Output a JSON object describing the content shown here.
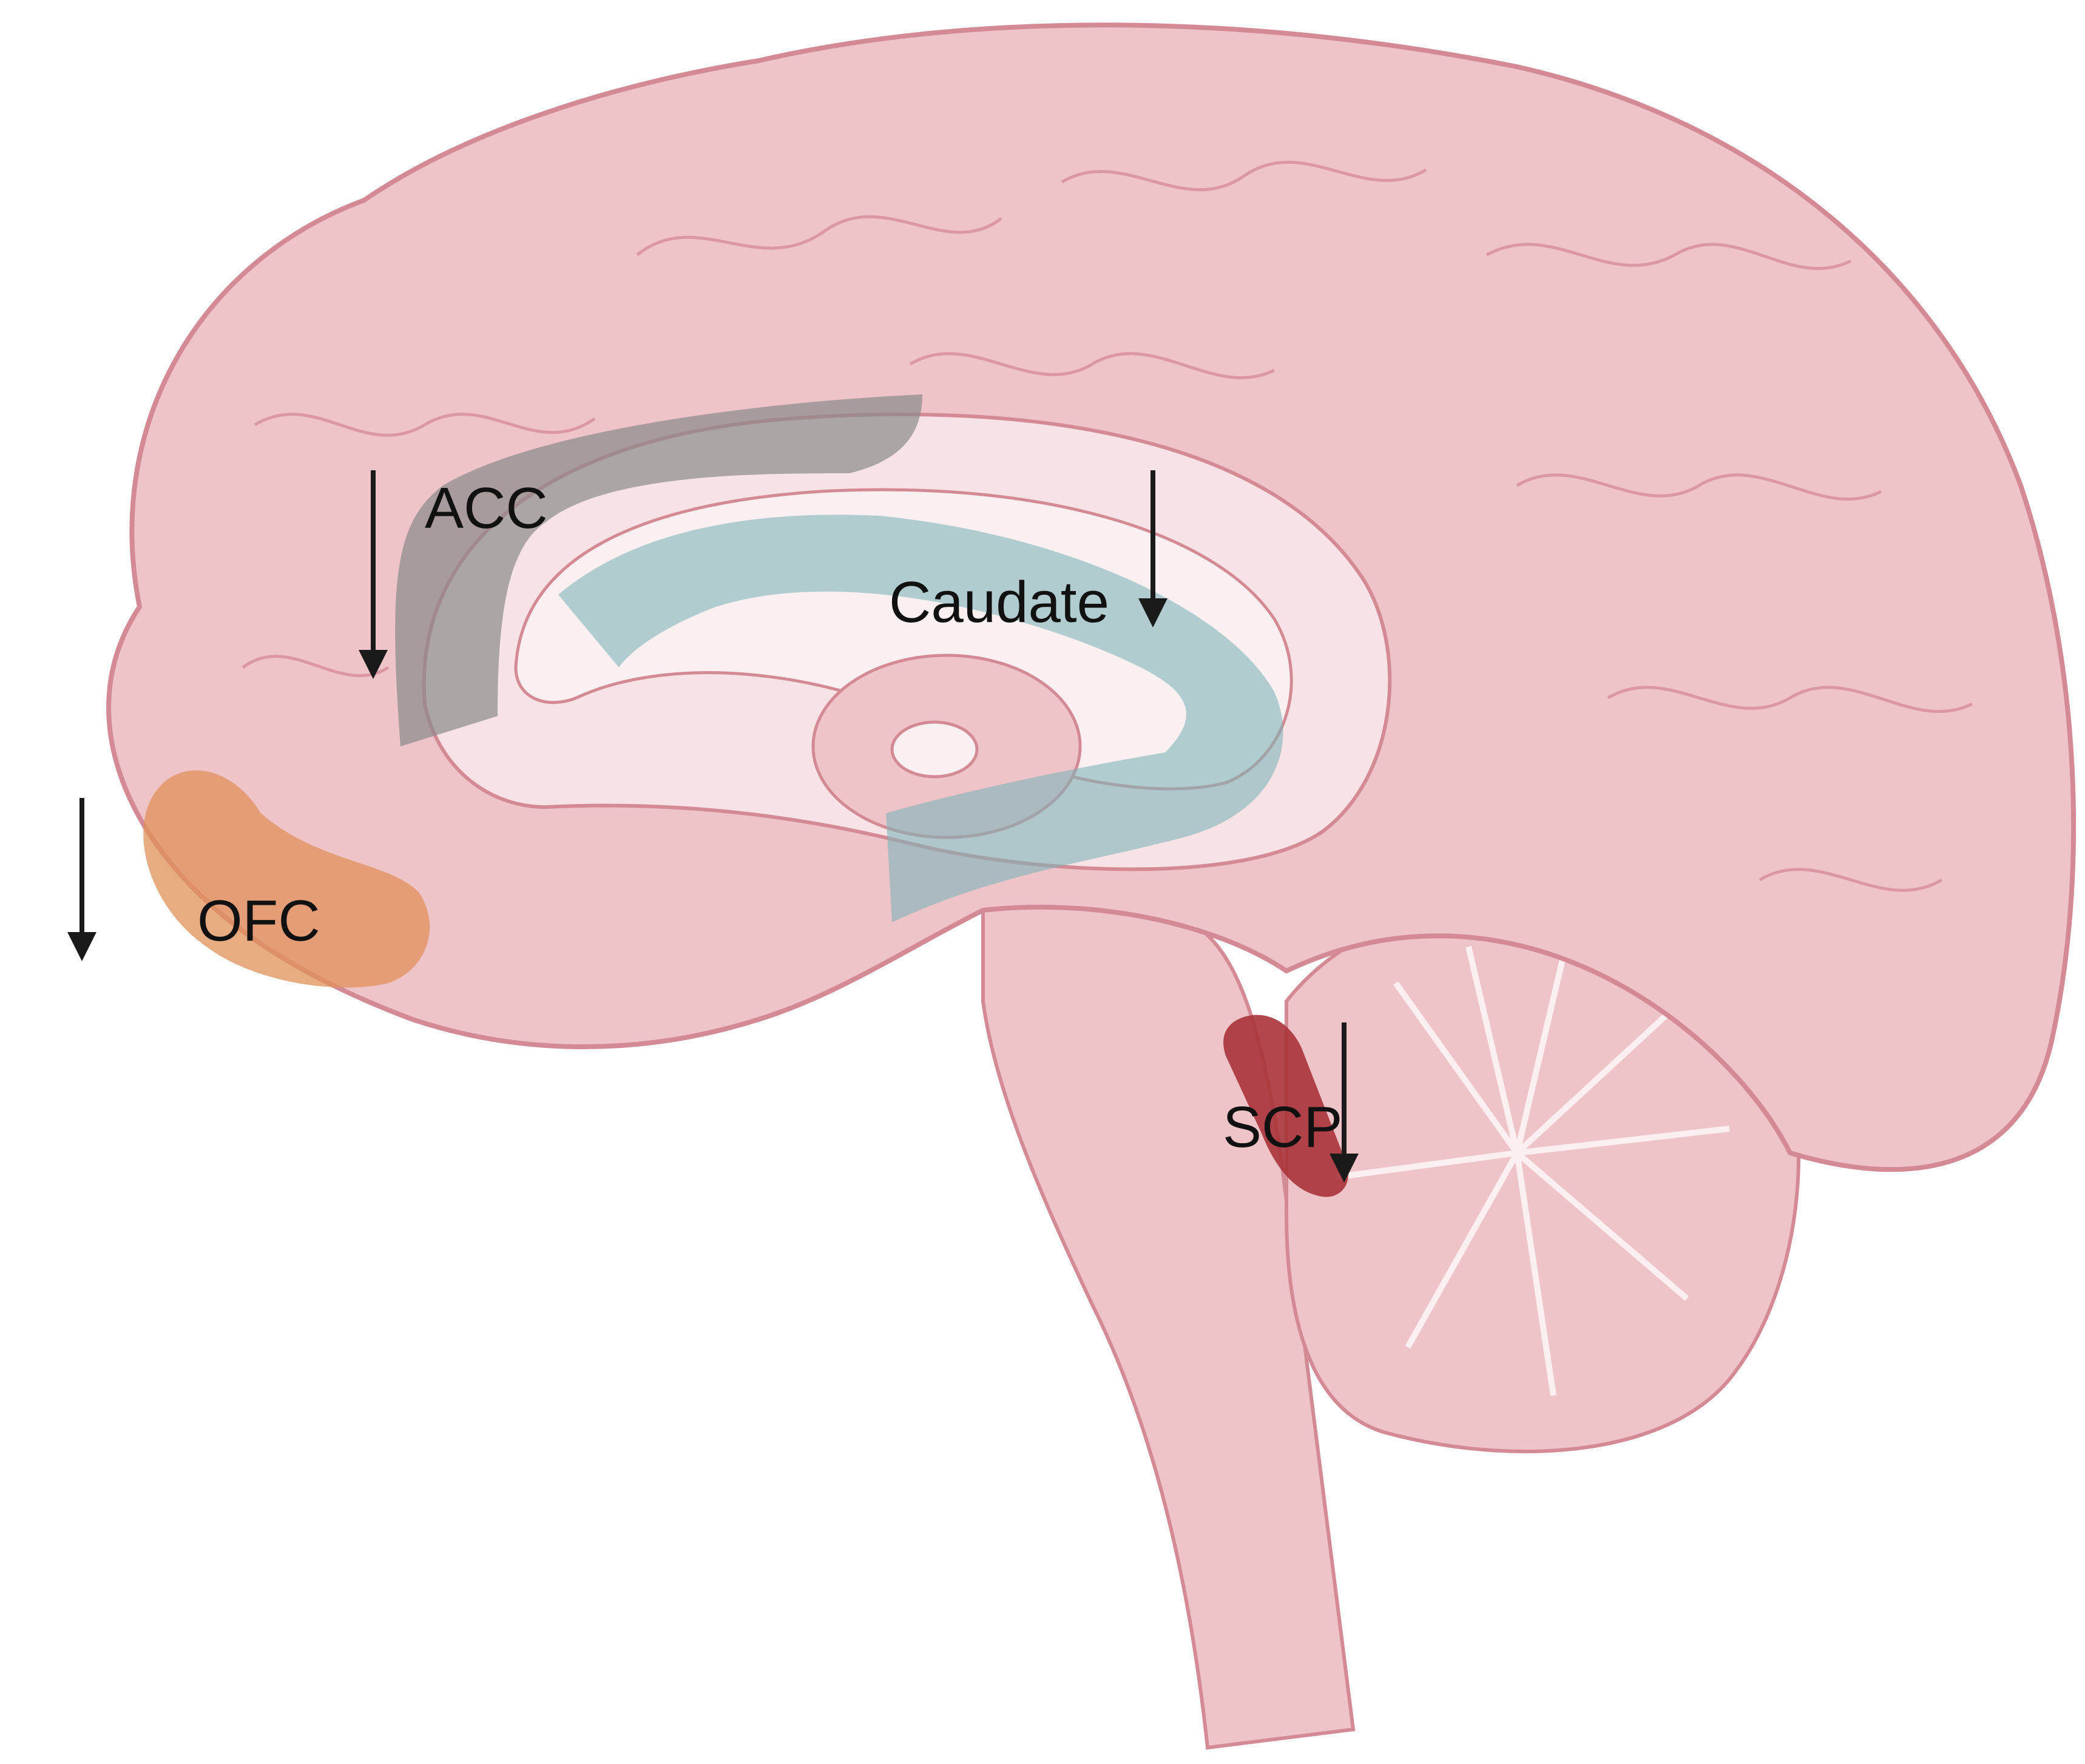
{
  "labels": {
    "acc": "ACC",
    "caudate": "Caudate",
    "ofc": "OFC",
    "scp": "SCP"
  },
  "arrows": {
    "acc": "down",
    "caudate": "down",
    "ofc": "down",
    "scp": "down"
  },
  "colors": {
    "brain_fill": "#eec4c9",
    "brain_outline": "#d48a94",
    "inner_fill": "#f7e3e5",
    "acc_region": "#8a8a8a",
    "caudate_region": "#7fb4b8",
    "ofc_region": "#e0905a",
    "scp_region": "#a8333a",
    "arrow": "#1a1a1a"
  }
}
